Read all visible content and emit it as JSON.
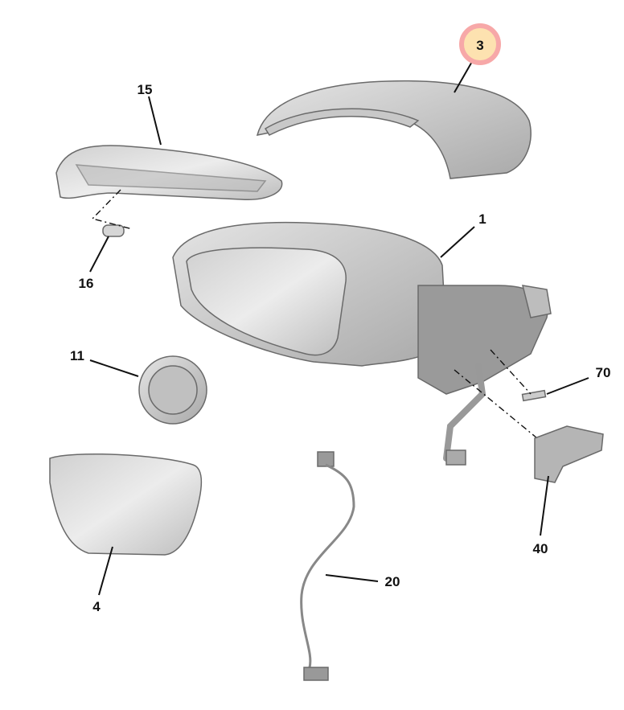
{
  "diagram": {
    "highlight_color": "#f7a8a8",
    "highlight_fill": "#fde2b0",
    "callouts": [
      {
        "id": "cover",
        "label": "3",
        "highlighted": true
      },
      {
        "id": "turn-signal",
        "label": "15"
      },
      {
        "id": "mirror-assembly",
        "label": "1"
      },
      {
        "id": "bulb",
        "label": "16"
      },
      {
        "id": "motor",
        "label": "11"
      },
      {
        "id": "screw",
        "label": "70"
      },
      {
        "id": "bracket",
        "label": "40"
      },
      {
        "id": "harness",
        "label": "20"
      },
      {
        "id": "glass",
        "label": "4"
      }
    ]
  }
}
